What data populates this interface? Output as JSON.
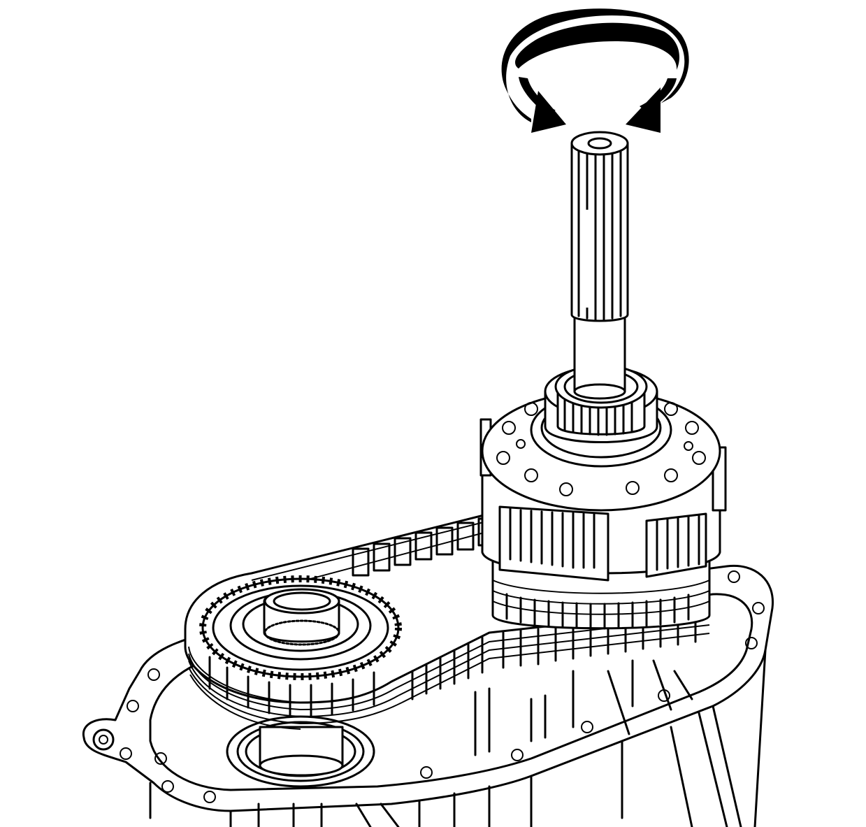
{
  "figure": {
    "background": "#ffffff",
    "line_color": "#000000",
    "components": [
      "rotation-arrow-icon",
      "input-shaft",
      "front-output-sprocket",
      "drive-chain",
      "rear-output-sprocket",
      "transfer-case-housing"
    ]
  }
}
